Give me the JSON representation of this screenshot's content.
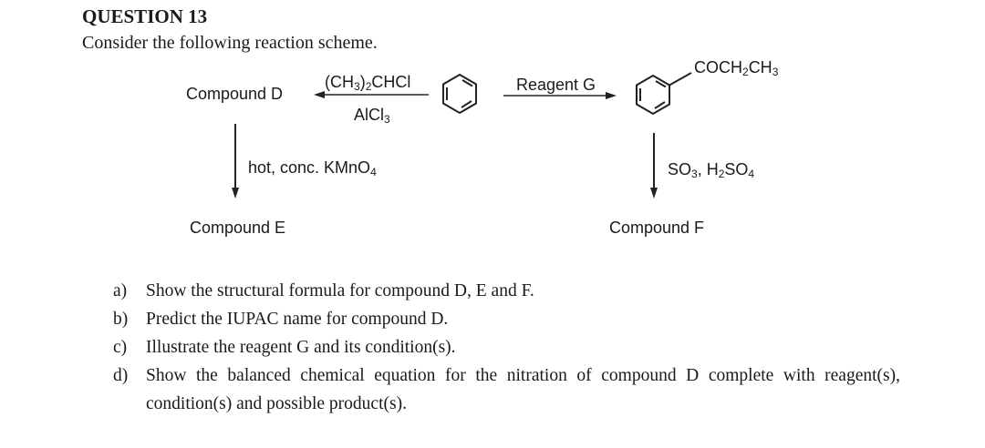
{
  "header": {
    "title": "QUESTION 13",
    "instruction": "Consider the following reaction scheme."
  },
  "scheme": {
    "compound_d": "Compound D",
    "compound_e": "Compound E",
    "compound_f": "Compound F",
    "reagent_g": "Reagent G",
    "reagent_isopropyl": {
      "a": "(CH",
      "a_sub": "3",
      "b": ")",
      "b_sub": "2",
      "c": "CHCl"
    },
    "catalyst": {
      "a": "AlCl",
      "a_sub": "3"
    },
    "oxidant": {
      "a": "hot, conc. KMnO",
      "a_sub": "4"
    },
    "sulfonation": {
      "a": "SO",
      "a_sub": "3",
      "b": ", H",
      "b_sub": "2",
      "c": "SO",
      "c_sub": "4"
    },
    "substituent": {
      "a": "COCH",
      "a_sub": "2",
      "b": "CH",
      "b_sub": "3"
    }
  },
  "questions": [
    {
      "label": "a)",
      "text": "Show the structural formula for compound D, E and F."
    },
    {
      "label": "b)",
      "text": "Predict the IUPAC name for compound D."
    },
    {
      "label": "c)",
      "text": "Illustrate the reagent G and its condition(s)."
    },
    {
      "label": "d)",
      "text": "Show the balanced chemical equation for the nitration of compound D complete with reagent(s), condition(s) and possible product(s)."
    }
  ]
}
